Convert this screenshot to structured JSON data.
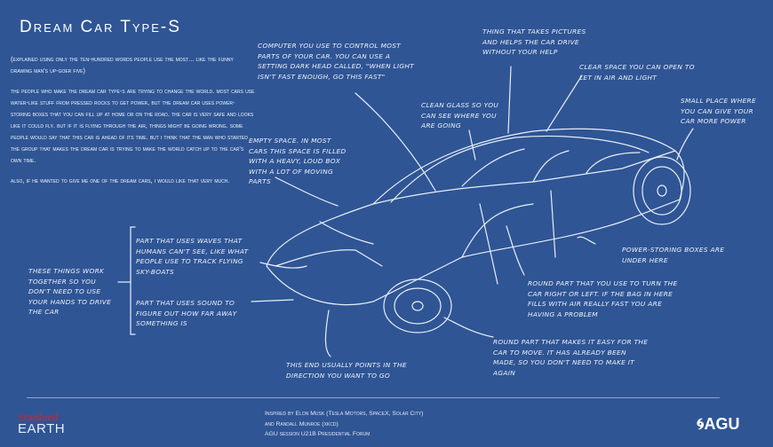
{
  "title": "Dream Car Type-S",
  "intro": {
    "p1": "(Explained using only the ten-hundred words people use the most... like the funny drawing man's Up-Goer Five)",
    "p2": "The people who make the dream car type-S are trying to change the world. Most cars use water-like stuff from pressed rocks to get power, but the Dream Car uses power-storing boxes that you can fill up at home or on the road. The car is very safe and looks like it could fly. But if it is flying through the air, things might be going wrong. Some people would say that this car is ahead of its time. But I think that the man who started the group that makes the dream car is trying to make the world catch up to the car's own time.",
    "p3": "Also, if he wanted to give me one of the dream cars, I would like that very much."
  },
  "notes": {
    "computer": "Computer you use to control most parts of your car. You can use a setting Dark Head called, \"When light isn't fast enough, go this fast\"",
    "camera": "Thing that takes pictures and helps the car drive without your help",
    "sunroof": "Clear space you can open to let in air and light",
    "windshield": "Clean glass so you can see where you are going",
    "charge_port": "Small place where you can give your car more power",
    "frunk": "Empty space. In most cars this space is filled with a heavy, loud box with a lot of moving parts",
    "radar": "Part that uses waves that humans can't see, like what people use to track flying sky-boats",
    "sonar": "Part that uses sound to figure out how far away something is",
    "together": "These things work together so you don't need to use your hands to drive the car",
    "battery": "Power-storing boxes are under here",
    "steering": "Round part that you use to turn the car right or left. If the bag in here fills with air really fast you are having a problem",
    "wheel": "Round part that makes it easy for the car to move. It has already been made, so you don't need to make it again",
    "front": "This end usually points in the direction you want to go"
  },
  "footer": {
    "line1": "Inspired by Elon Musk (Tesla Motors, SpaceX, Solar City)",
    "line2": "and Randall Munroe (xkcd)",
    "line3": "AGU session U21B Presidential Forum"
  },
  "logos": {
    "stanford": "Stanford",
    "earth": "EARTH",
    "agu": "AGU"
  }
}
